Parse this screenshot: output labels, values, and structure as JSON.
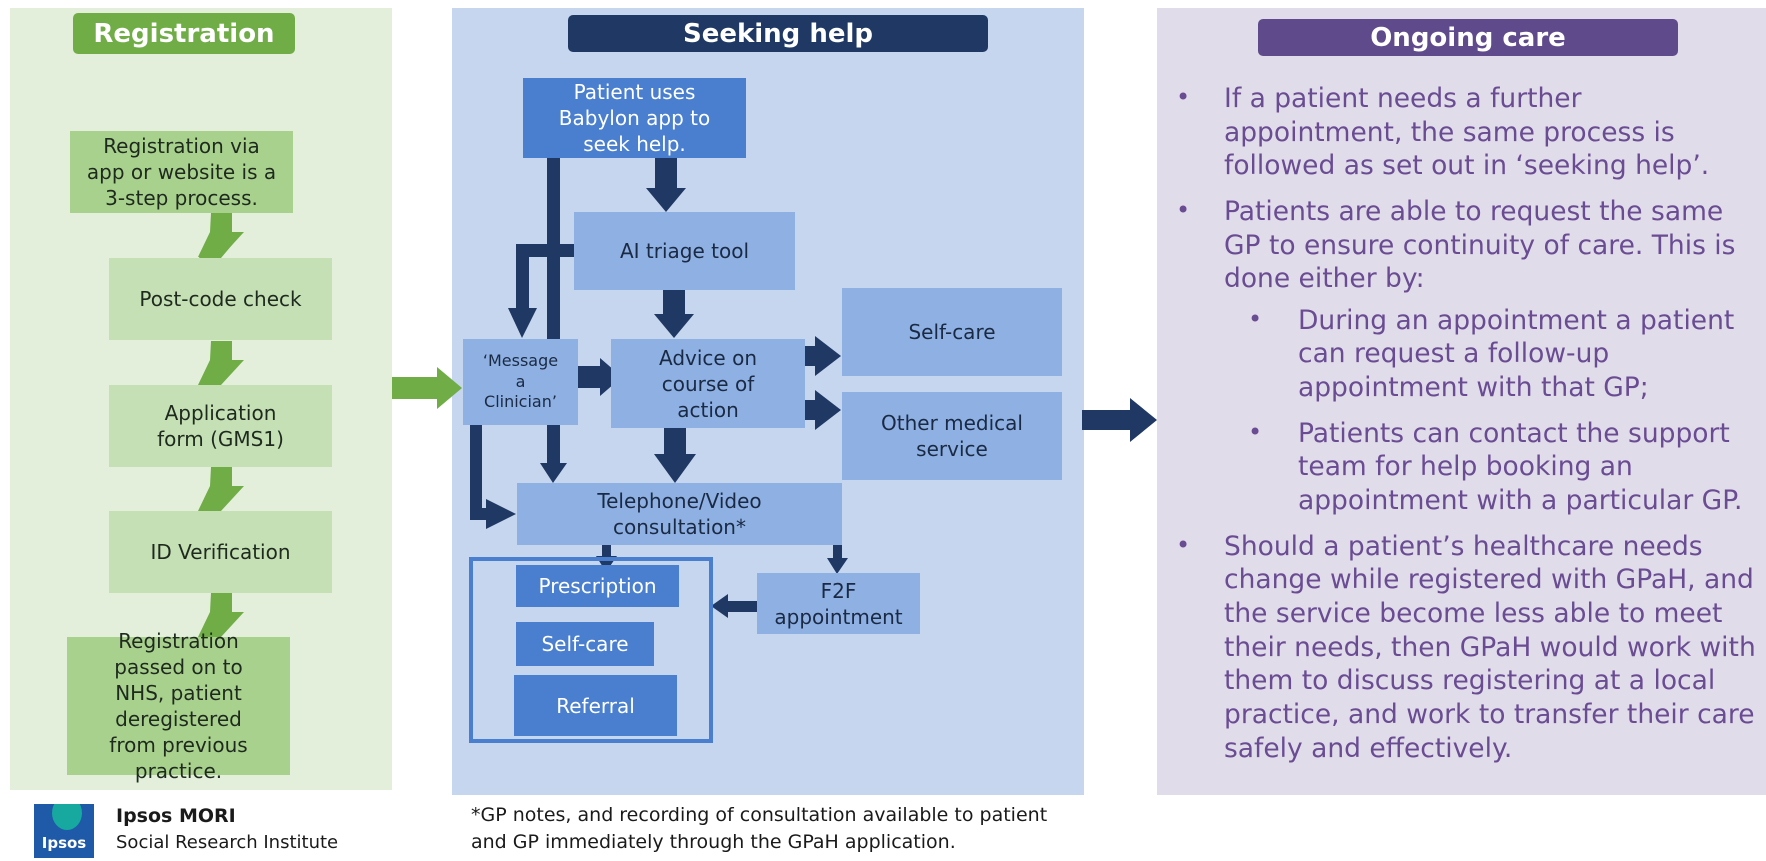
{
  "colors": {
    "registration_bg": "#e3efdb",
    "registration_header": "#70ad47",
    "registration_box_dark": "#a9d18e",
    "registration_box_light": "#c5e0b4",
    "green_arrow": "#70ad47",
    "seeking_bg": "#c5d6ee",
    "seeking_header": "#1f3864",
    "box_mid_blue": "#4a7fcf",
    "box_light_blue": "#8eb0e2",
    "navy_arrow": "#1f3864",
    "ongoing_bg": "#e1dcea",
    "ongoing_header": "#5f4b8b",
    "ongoing_text": "#6a4c93"
  },
  "registration": {
    "header": "Registration",
    "steps": [
      "Registration via app or website is a 3-step process.",
      "Post-code check",
      "Application form (GMS1)",
      "ID Verification",
      "Registration passed on to NHS, patient deregistered from previous practice."
    ]
  },
  "seeking_help": {
    "header": "Seeking help",
    "patient_uses_app": "Patient uses Babylon app to seek help.",
    "ai_triage": "AI triage tool",
    "message_clinician": "‘Message a Clinician’",
    "advice": "Advice on course of action",
    "self_care": "Self-care",
    "other_medical": "Other medical service",
    "telephone_video": "Telephone/Video consultation*",
    "f2f": "F2F appointment",
    "outcomes": [
      "Prescription",
      "Self-care",
      "Referral"
    ],
    "footnote": "*GP notes, and recording of consultation available to patient and GP immediately through the GPaH application."
  },
  "ongoing_care": {
    "header": "Ongoing care",
    "bullet1": "If a patient needs a further appointment, the same process is followed as set out in ‘seeking help’.",
    "bullet2": "Patients are able to request the same GP to ensure continuity of care. This is done either by:",
    "sub1": "During an appointment a patient can request a follow-up appointment with that GP;",
    "sub2": "Patients can contact the support team for help booking an appointment with a particular GP.",
    "bullet3": "Should a patient’s healthcare needs change while registered with GPaH, and the service become less able to meet their needs, then GPaH would work with them to discuss registering at a local practice, and work to transfer their care safely and effectively."
  },
  "logo": {
    "icon_text": "Ipsos",
    "name": "Ipsos MORI",
    "subtitle": "Social Research Institute"
  }
}
